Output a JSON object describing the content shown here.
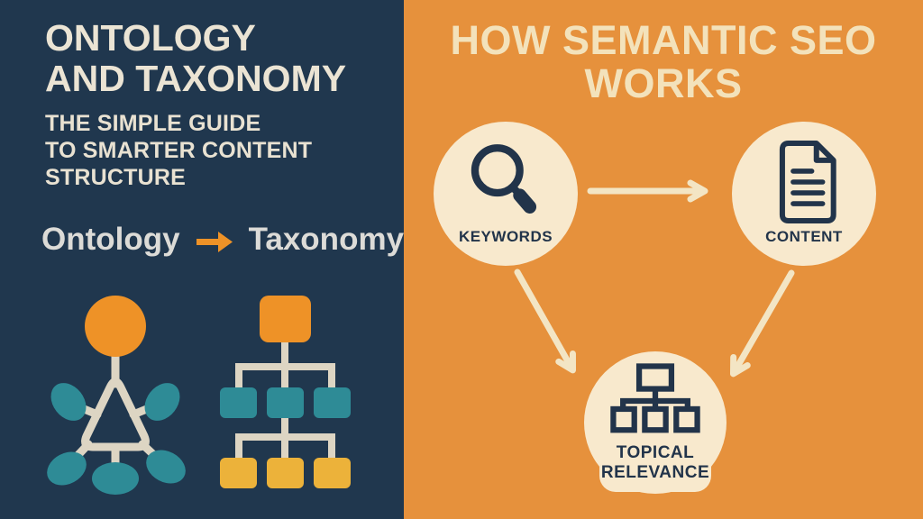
{
  "left_panel": {
    "title_line1": "ONTOLOGY",
    "title_line2": "AND TAXONOMY",
    "subtitle_line1": "THE SIMPLE GUIDE",
    "subtitle_line2": "TO SMARTER CONTENT",
    "subtitle_line3": "STRUCTURE",
    "comparison": {
      "left_term": "Ontology",
      "right_term": "Taxonomy",
      "arrow_icon": "right-arrow-icon"
    },
    "diagrams": [
      {
        "name": "ontology-network-diagram"
      },
      {
        "name": "taxonomy-tree-diagram"
      }
    ]
  },
  "right_panel": {
    "title_line1": "HOW SEMANTIC SEO",
    "title_line2": "WORKS",
    "nodes": [
      {
        "label": "KEYWORDS",
        "icon": "magnifier-search-icon"
      },
      {
        "label": "CONTENT",
        "icon": "document-icon"
      },
      {
        "label_line1": "TOPICAL",
        "label_line2": "RELEVANCE",
        "icon": "hierarchy-sitemap-icon"
      }
    ],
    "arrows": [
      {
        "name": "keywords-to-content-arrow"
      },
      {
        "name": "keywords-to-topical-arrow"
      },
      {
        "name": "content-to-topical-arrow"
      }
    ]
  },
  "colors": {
    "navy_background": "#20374e",
    "orange_background": "#e6913c",
    "cream_node": "#f8e9cd",
    "cream_title_right": "#f3e2bb",
    "cream_title_left": "#ebe4d4",
    "light_gray_text": "#dcdbd7",
    "accent_orange": "#ee9227",
    "teal": "#2e8b96",
    "amber": "#ecb23a",
    "icon_navy": "#22344a",
    "connector_cream": "#ddd5c3"
  }
}
